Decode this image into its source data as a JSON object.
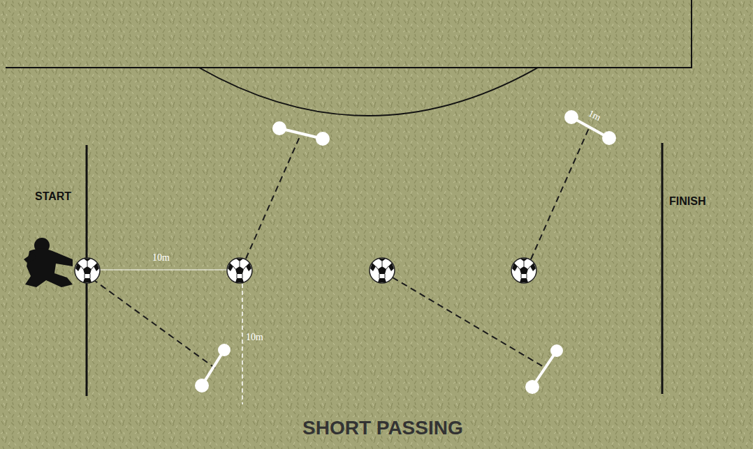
{
  "diagram": {
    "title": "SHORT PASSING",
    "labels": [
      "START",
      "FINISH",
      "10m",
      "10m",
      "1m"
    ]
  }
}
